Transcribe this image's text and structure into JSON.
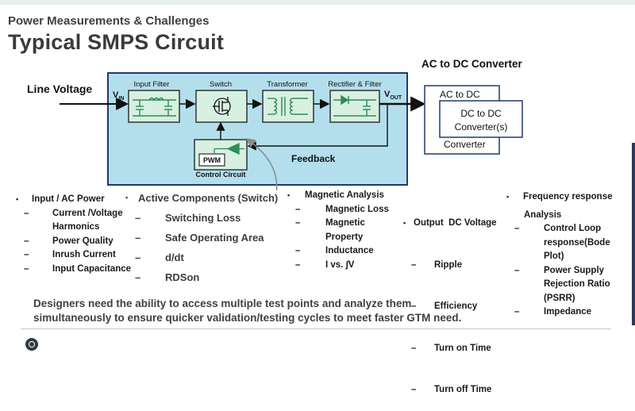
{
  "header": {
    "subtitle": "Power Measurements & Challenges",
    "title": "Typical SMPS Circuit"
  },
  "diagram": {
    "line_voltage": "Line Voltage",
    "vin_main": "V",
    "vin_sub": "IN",
    "vout_main": "V",
    "vout_sub": "OUT",
    "blocks": {
      "input_filter": "Input Filter",
      "switch": "Switch",
      "transformer": "Transformer",
      "rectifier_filter": "Rectifier & Filter",
      "pwm": "PWM",
      "control_circuit": "Control Circuit"
    },
    "feedback": "Feedback",
    "converter_title": "AC to DC Converter",
    "ac_to_dc": "AC to DC",
    "dc_to_dc_line1": "DC to DC",
    "dc_to_dc_line2": "Converter(s)",
    "converter_label": "Converter",
    "colors": {
      "panel_fill": "#b3dfec",
      "panel_stroke": "#1f3a6b",
      "block_fill": "#d7f0e1",
      "icon_green": "#2e8b57"
    }
  },
  "columns": {
    "input": {
      "heading": "Input / AC Power",
      "items": [
        "Current /Voltage",
        "Harmonics",
        "Power Quality",
        "Inrush Current",
        "Input Capacitance"
      ]
    },
    "active": {
      "heading": "Active Components (Switch)",
      "items": [
        "Switching Loss",
        "Safe Operating Area",
        "d/dt",
        "RDSon"
      ]
    },
    "magnetic": {
      "heading": "Magnetic Analysis",
      "items": [
        "Magnetic Loss",
        "Magnetic",
        "Property",
        "Inductance",
        "I vs. ∫V"
      ]
    },
    "output": {
      "heading": "Output  DC Voltage",
      "items": [
        "Ripple",
        "Efficiency",
        "Turn on Time",
        "Turn off Time"
      ]
    },
    "frequency": {
      "heading": "Frequency response",
      "heading2": "Analysis",
      "items": [
        "Control Loop",
        "response(Bode Plot)",
        "Power Supply",
        "Rejection Ratio",
        "(PSRR)",
        "Impedance"
      ]
    }
  },
  "footer": {
    "line1": "Designers need the ability to access multiple test points and analyze them",
    "line2": "simultaneously to ensure quicker validation/testing cycles to meet faster GTM need."
  }
}
